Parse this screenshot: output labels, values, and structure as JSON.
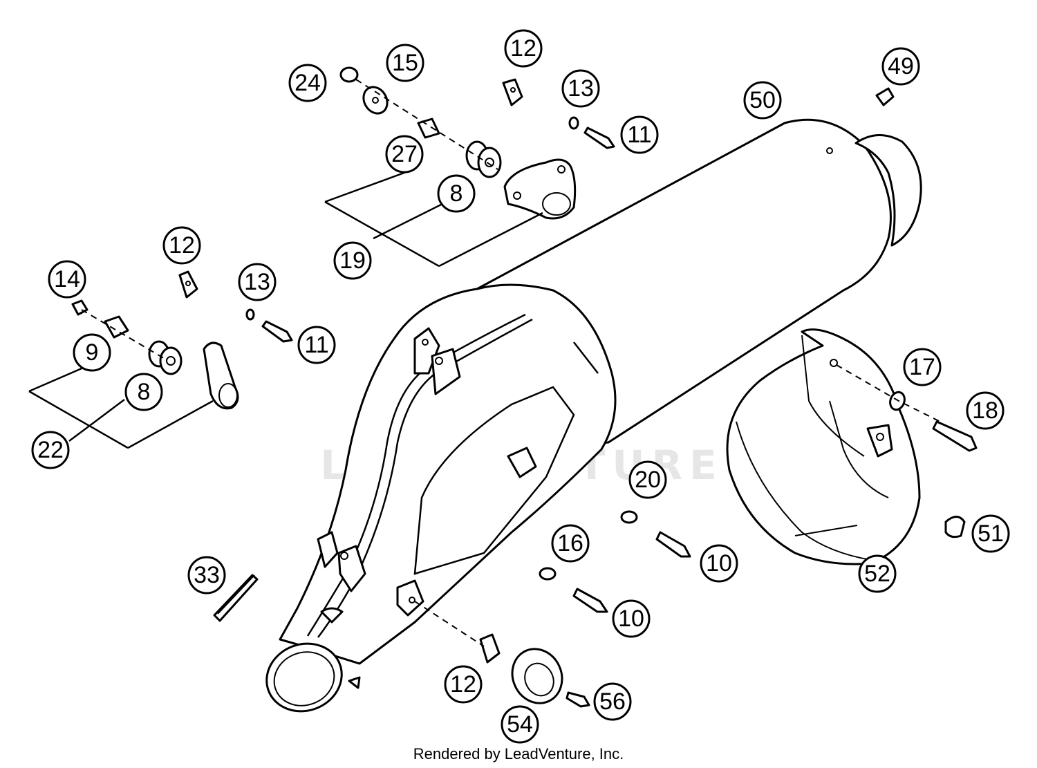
{
  "diagram": {
    "footer": "Rendered by LeadVenture, Inc.",
    "watermark": "LEADVENTURE",
    "callouts": {
      "c24": "24",
      "c15": "15",
      "c12a": "12",
      "c13a": "13",
      "c11a": "11",
      "c27": "27",
      "c8a": "8",
      "c19": "19",
      "c49": "49",
      "c50": "50",
      "c12b": "12",
      "c14": "14",
      "c13b": "13",
      "c11b": "11",
      "c9": "9",
      "c8b": "8",
      "c22": "22",
      "c17": "17",
      "c18": "18",
      "c20": "20",
      "c51": "51",
      "c16": "16",
      "c10a": "10",
      "c10b": "10",
      "c52": "52",
      "c33": "33",
      "c12c": "12",
      "c56": "56",
      "c54": "54"
    }
  }
}
